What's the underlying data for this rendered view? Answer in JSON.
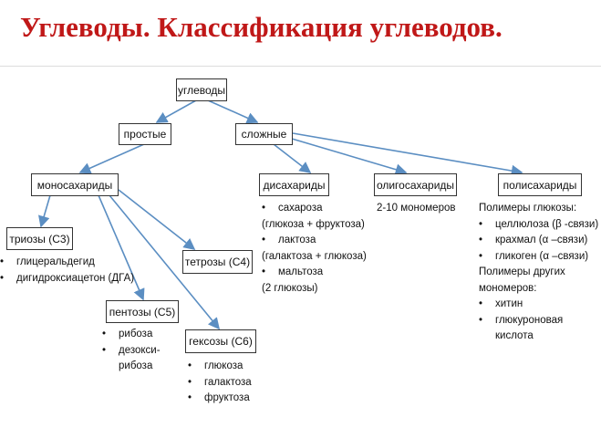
{
  "title": "Углеводы. Классификация углеводов.",
  "colors": {
    "title": "#c01818",
    "arrow": "#5b8ec2"
  },
  "nodes": {
    "root": "углеводы",
    "simple": "простые",
    "complex": "сложные",
    "mono": "моносахариды",
    "di": "дисахариды",
    "oligo": "олигосахариды",
    "poly": "полисахариды",
    "trioses": "триозы (С3)",
    "tetroses": "тетрозы (С4)",
    "pentoses": "пентозы (С5)",
    "hexoses": "гексозы (С6)"
  },
  "lists": {
    "trioses": [
      "глицеральдегид",
      "дигидроксиацетон (ДГА)"
    ],
    "pentoses": [
      "рибоза",
      "дезокси-",
      "рибоза"
    ],
    "hexoses": [
      "глюкоза",
      "галактоза",
      "фруктоза"
    ],
    "di": [
      "сахароза",
      "(глюкоза + фруктоза)",
      "лактоза",
      "(галактоза + глюкоза)",
      "мальтоза",
      "(2 глюкозы)"
    ],
    "oligo": "2-10 мономеров",
    "poly": [
      "Полимеры глюкозы:",
      "целлюлоза (β -связи)",
      "крахмал (α –связи)",
      "гликоген (α –связи)",
      "Полимеры других",
      "мономеров:",
      "хитин",
      "глюкуроновая",
      "кислота"
    ]
  }
}
